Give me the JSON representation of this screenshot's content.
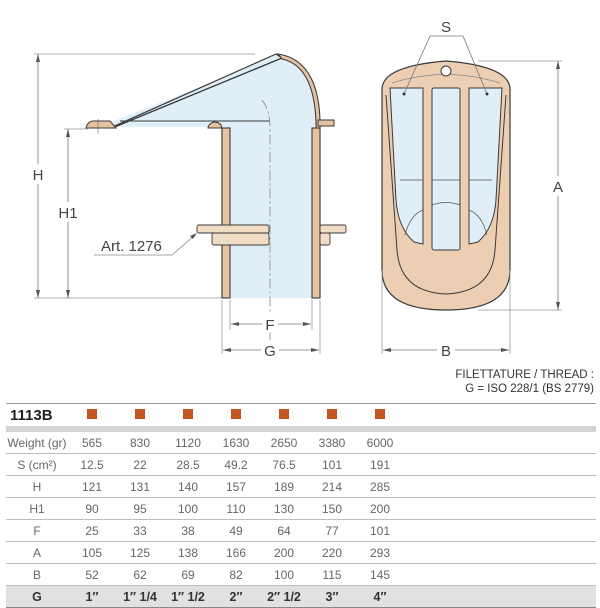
{
  "drawing": {
    "side_view_labels": {
      "H": "H",
      "H1": "H1",
      "F": "F",
      "G": "G",
      "callout": "Art. 1276"
    },
    "front_view_labels": {
      "S": "S",
      "A": "A",
      "B": "B"
    },
    "colors": {
      "body": "#e6c3a0",
      "water": "#dfeef7",
      "outline": "#3a3a3a",
      "dim_line": "#777777"
    }
  },
  "thread_note": {
    "line1": "FILETTATURE / THREAD :",
    "line2": "G = ISO 228/1 (BS 2779)"
  },
  "table": {
    "model": "1113B",
    "swatch_color": "#c0571f",
    "columns": 7,
    "rows": [
      {
        "label": "Weight (gr)",
        "values": [
          "565",
          "830",
          "1120",
          "1630",
          "2650",
          "3380",
          "6000"
        ]
      },
      {
        "label": "S (cm²)",
        "values": [
          "12.5",
          "22",
          "28.5",
          "49.2",
          "76.5",
          "101",
          "191"
        ]
      },
      {
        "label": "H",
        "values": [
          "121",
          "131",
          "140",
          "157",
          "189",
          "214",
          "285"
        ]
      },
      {
        "label": "H1",
        "values": [
          "90",
          "95",
          "100",
          "110",
          "130",
          "150",
          "200"
        ]
      },
      {
        "label": "F",
        "values": [
          "25",
          "33",
          "38",
          "49",
          "64",
          "77",
          "101"
        ]
      },
      {
        "label": "A",
        "values": [
          "105",
          "125",
          "138",
          "166",
          "200",
          "220",
          "293"
        ]
      },
      {
        "label": "B",
        "values": [
          "52",
          "62",
          "69",
          "82",
          "100",
          "115",
          "145"
        ]
      }
    ],
    "g_row": {
      "label": "G",
      "values": [
        "1″",
        "1″ 1/4",
        "1″ 1/2",
        "2″",
        "2″ 1/2",
        "3″",
        "4″"
      ]
    }
  }
}
